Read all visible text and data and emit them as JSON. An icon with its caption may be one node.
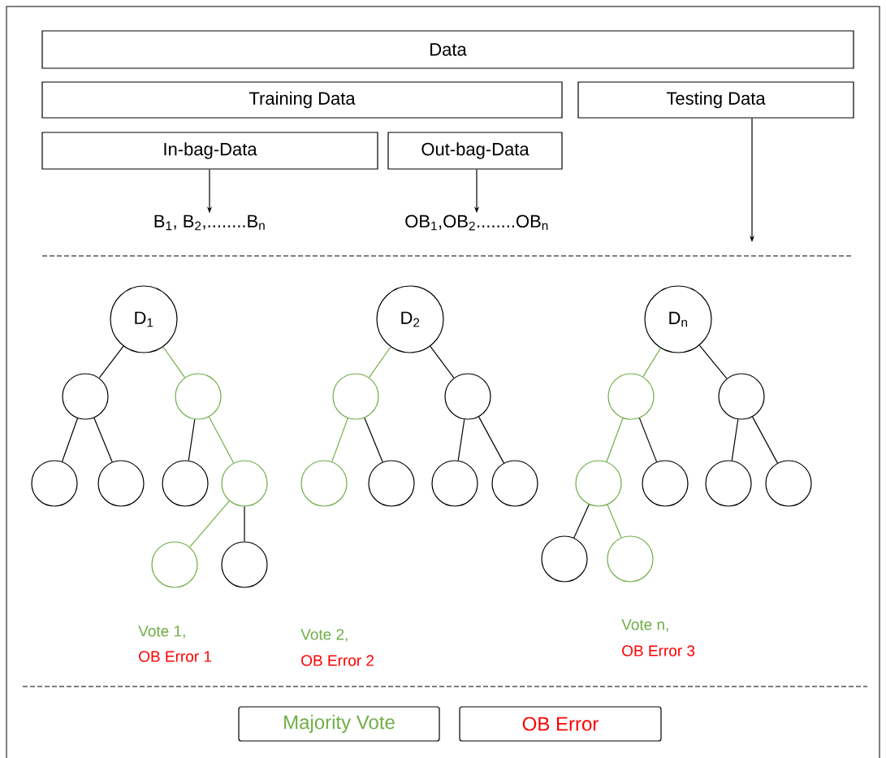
{
  "diagram": {
    "nodes": [
      {
        "text": [
          "Data"
        ]
      },
      {
        "text": [
          "Training Data"
        ]
      },
      {
        "text": [
          "Testing Data"
        ]
      },
      {
        "text": [
          "In-bag-Data"
        ]
      },
      {
        "text": [
          "Out-bag-Data"
        ]
      },
      {
        "text": [
          "B$_{1}$, B$_{2}$,........B$_{n}$"
        ]
      },
      {
        "text": [
          "OB$_{1}$,OB$_{2}$........OB$_{n}$"
        ]
      },
      {
        "text": [
          "D$_{1}$"
        ]
      },
      {
        "text": [],
        "shape": "circle"
      },
      {
        "text": [],
        "shape": "circle"
      },
      {
        "text": [],
        "shape": "circle"
      },
      {
        "text": [],
        "shape": "circle"
      },
      {
        "text": [],
        "shape": "circle"
      },
      {
        "text": [],
        "shape": "circle"
      },
      {
        "text": [],
        "shape": "circle"
      },
      {
        "text": [],
        "shape": "circle"
      },
      {
        "text": [
          "D$_{2}$"
        ]
      },
      {
        "text": [],
        "shape": "circle"
      },
      {
        "text": [],
        "shape": "circle"
      },
      {
        "text": [],
        "shape": "circle"
      },
      {
        "text": [],
        "shape": "circle"
      },
      {
        "text": [],
        "shape": "circle"
      },
      {
        "text": [],
        "shape": "circle"
      },
      {
        "text": [
          "D$_{n}$"
        ]
      },
      {
        "text": [],
        "shape": "circle"
      },
      {
        "text": [],
        "shape": "circle"
      },
      {
        "text": [],
        "shape": "circle"
      },
      {
        "text": [],
        "shape": "circle"
      },
      {
        "text": [],
        "shape": "circle"
      },
      {
        "text": [],
        "shape": "circle"
      },
      {
        "text": [],
        "shape": "circle"
      },
      {
        "text": [],
        "shape": "circle"
      },
      {
        "text": [
          "Majority Vote"
        ]
      },
      {
        "text": [
          "OB Error"
        ]
      }
    ],
    "edges": [
      {
        "from": 3,
        "to": 5,
        "arrow": "to"
      },
      {
        "from": 4,
        "to": 6,
        "arrow": "to"
      },
      {
        "from": 2,
        "to": null,
        "arrow": "to"
      },
      {
        "from": 7,
        "to": 8,
        "arrow": "none"
      },
      {
        "from": 7,
        "to": 9,
        "arrow": "none",
        "color": "#70ad47"
      },
      {
        "from": 8,
        "to": 10,
        "arrow": "none"
      },
      {
        "from": 8,
        "to": 11,
        "arrow": "none"
      },
      {
        "from": 9,
        "to": 12,
        "arrow": "none"
      },
      {
        "from": 9,
        "to": 13,
        "arrow": "none",
        "color": "#70ad47"
      },
      {
        "from": 13,
        "to": 14,
        "arrow": "none",
        "color": "#70ad47"
      },
      {
        "from": 13,
        "to": 15,
        "arrow": "none"
      },
      {
        "from": 16,
        "to": 17,
        "arrow": "none",
        "color": "#70ad47"
      },
      {
        "from": 16,
        "to": 18,
        "arrow": "none"
      },
      {
        "from": 17,
        "to": 19,
        "arrow": "none",
        "color": "#70ad47"
      },
      {
        "from": 17,
        "to": 20,
        "arrow": "none"
      },
      {
        "from": 18,
        "to": 21,
        "arrow": "none"
      },
      {
        "from": 18,
        "to": 22,
        "arrow": "none"
      },
      {
        "from": 23,
        "to": 24,
        "arrow": "none",
        "color": "#70ad47"
      },
      {
        "from": 23,
        "to": 25,
        "arrow": "none"
      },
      {
        "from": 24,
        "to": 26,
        "arrow": "none",
        "color": "#70ad47"
      },
      {
        "from": 24,
        "to": 27,
        "arrow": "none"
      },
      {
        "from": 25,
        "to": 28,
        "arrow": "none"
      },
      {
        "from": 25,
        "to": 29,
        "arrow": "none"
      },
      {
        "from": 26,
        "to": 30,
        "arrow": "none"
      },
      {
        "from": 26,
        "to": 31,
        "arrow": "none",
        "color": "#70ad47"
      }
    ],
    "labels": [
      "Vote 1,",
      "OB Error 1",
      "Vote 2,",
      "OB Error 2",
      "Vote n,",
      "OB Error 3"
    ]
  }
}
